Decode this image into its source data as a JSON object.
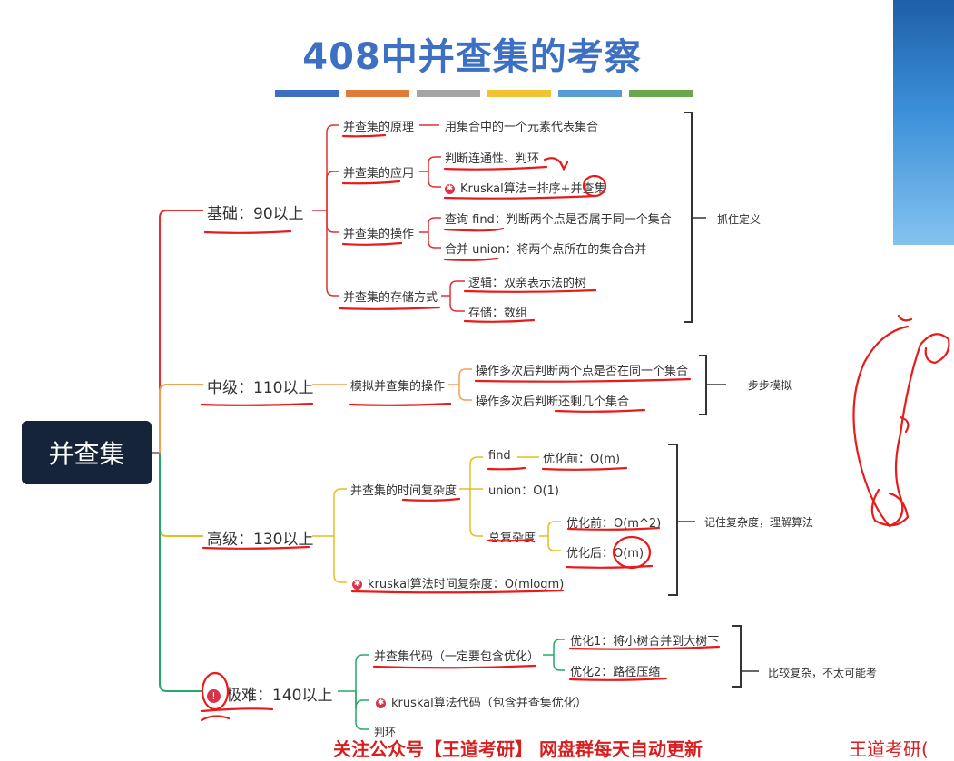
{
  "title": "408中并查集的考察",
  "color_bars": [
    "#3d6fc2",
    "#e07b39",
    "#a5a5a5",
    "#f1c232",
    "#5b9bd5",
    "#6aa84f"
  ],
  "colors": {
    "basic": "#e03030",
    "mid": "#f0a050",
    "high": "#e0c020",
    "hard": "#22aa66",
    "root": "#16243a"
  },
  "root": "并查集",
  "levels": {
    "basic": {
      "label": "基础：90以上",
      "principle": {
        "label": "并查集的原理",
        "child": "用集合中的一个元素代表集合"
      },
      "application": {
        "label": "并查集的应用",
        "items": [
          "判断连通性、判环",
          "Kruskal算法=排序+并查集"
        ]
      },
      "operations": {
        "label": "并查集的操作",
        "items": [
          "查询 find：判断两个点是否属于同一个集合",
          "合并 union：将两个点所在的集合合并"
        ]
      },
      "storage": {
        "label": "并查集的存储方式",
        "items": [
          "逻辑：双亲表示法的树",
          "存储：数组"
        ]
      },
      "summary": "抓住定义"
    },
    "mid": {
      "label": "中级：110以上",
      "op": "模拟并查集的操作",
      "items": [
        "操作多次后判断两个点是否在同一个集合",
        "操作多次后判断还剩几个集合"
      ],
      "summary": "一步步模拟"
    },
    "high": {
      "label": "高级：130以上",
      "complexity": "并查集的时间复杂度",
      "find": "find",
      "find_before": "优化前：O(m)",
      "union": "union：O(1)",
      "total": "总复杂度",
      "total_before": "优化前：O(m^2)",
      "total_after": "优化后：O(m)",
      "kruskal": "kruskal算法时间复杂度：O(mlogm)",
      "summary": "记住复杂度，理解算法"
    },
    "hard": {
      "label": "极难：140以上",
      "code": "并查集代码（一定要包含优化）",
      "opt1": "优化1：将小树合并到大树下",
      "opt2": "优化2：路径压缩",
      "kruskal": "kruskal算法代码（包含并查集优化）",
      "cycle": "判环",
      "summary": "比较复杂，不太可能考"
    }
  },
  "footer": "关注公众号【王道考研】 网盘群每天自动更新",
  "footer_tail": "王道考研("
}
